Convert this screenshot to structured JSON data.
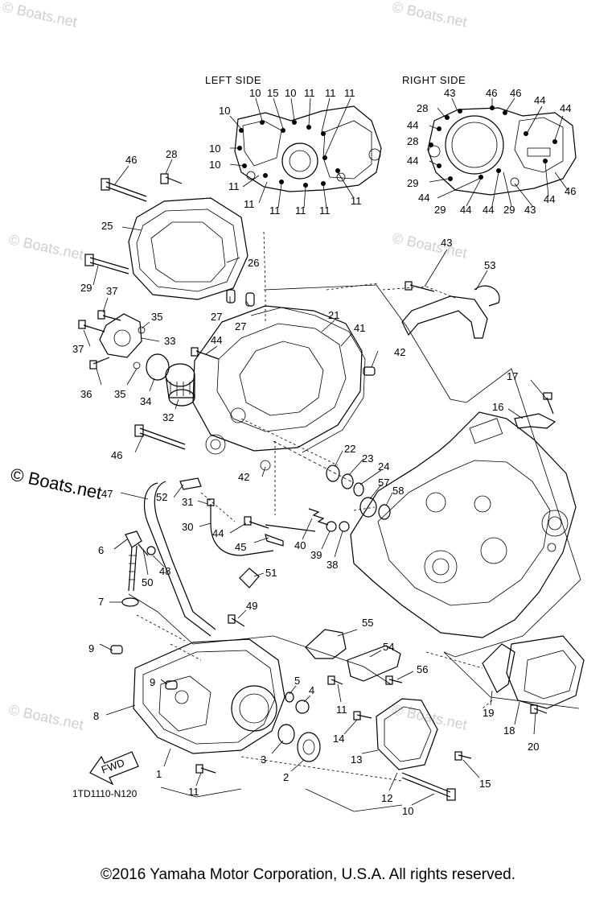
{
  "watermark": "© Boats.net",
  "headings": {
    "left_side": "LEFT SIDE",
    "right_side": "RIGHT SIDE"
  },
  "diagram_code": "1TD1110-N120",
  "fwd_label": "FWD",
  "copyright": "©2016 Yamaha Motor Corporation, U.S.A. All rights reserved.",
  "left_side_callouts": [
    "10",
    "15",
    "10",
    "11",
    "11",
    "11",
    "10",
    "10",
    "10",
    "11",
    "11",
    "11",
    "11",
    "11",
    "11"
  ],
  "right_side_callouts": [
    "43",
    "46",
    "46",
    "28",
    "44",
    "44",
    "44",
    "28",
    "44",
    "29",
    "44",
    "29",
    "44",
    "44",
    "29",
    "43",
    "44",
    "46"
  ],
  "callouts": [
    "46",
    "28",
    "25",
    "26",
    "29",
    "27",
    "27",
    "37",
    "35",
    "33",
    "37",
    "36",
    "35",
    "34",
    "32",
    "44",
    "21",
    "41",
    "42",
    "43",
    "53",
    "17",
    "16",
    "46",
    "22",
    "23",
    "24",
    "57",
    "58",
    "47",
    "52",
    "31",
    "30",
    "44",
    "45",
    "42",
    "40",
    "39",
    "38",
    "6",
    "50",
    "48",
    "51",
    "7",
    "49",
    "9",
    "9",
    "8",
    "1",
    "11",
    "5",
    "4",
    "11",
    "3",
    "2",
    "55",
    "54",
    "56",
    "14",
    "13",
    "12",
    "15",
    "10",
    "19",
    "18",
    "20"
  ]
}
